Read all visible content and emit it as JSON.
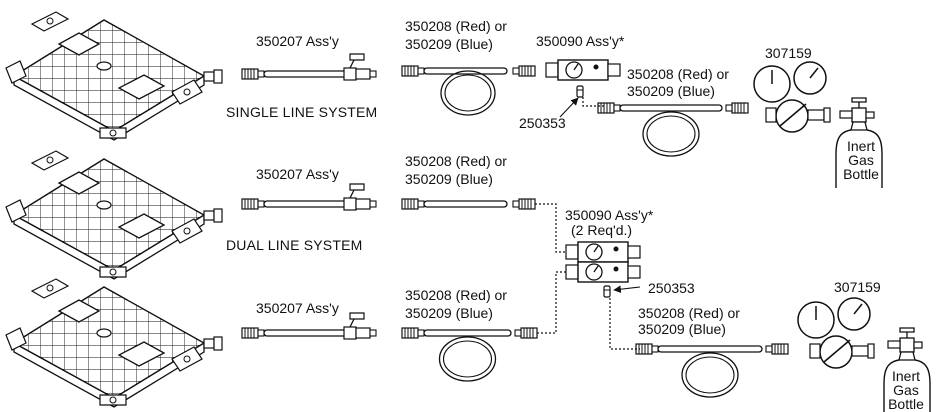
{
  "colors": {
    "ink": "#111111",
    "paper": "#ffffff"
  },
  "single_line": {
    "title": "SINGLE LINE SYSTEM",
    "assembly_label": "350207 Ass'y",
    "hose_label_1": "350208 (Red) or",
    "hose_label_2": "350209 (Blue)",
    "manifold_label": "350090 Ass'y*",
    "fitting_label": "250353",
    "hose2_label_1": "350208 (Red) or",
    "hose2_label_2": "350209 (Blue)",
    "regulator_label": "307159",
    "bottle_label_1": "Inert",
    "bottle_label_2": "Gas",
    "bottle_label_3": "Bottle"
  },
  "dual_line": {
    "title": "DUAL LINE SYSTEM",
    "assembly_label_top": "350207 Ass'y",
    "hose_top_label_1": "350208 (Red) or",
    "hose_top_label_2": "350209 (Blue)",
    "assembly_label_bottom": "350207 Ass'y",
    "hose_bottom_label_1": "350208 (Red) or",
    "hose_bottom_label_2": "350209 (Blue)",
    "manifold_label_1": "350090 Ass'y*",
    "manifold_label_2": "(2 Req'd.)",
    "fitting_label": "250353",
    "hose2_label_1": "350208 (Red) or",
    "hose2_label_2": "350209 (Blue)",
    "regulator_label": "307159",
    "bottle_label_1": "Inert",
    "bottle_label_2": "Gas",
    "bottle_label_3": "Bottle"
  }
}
